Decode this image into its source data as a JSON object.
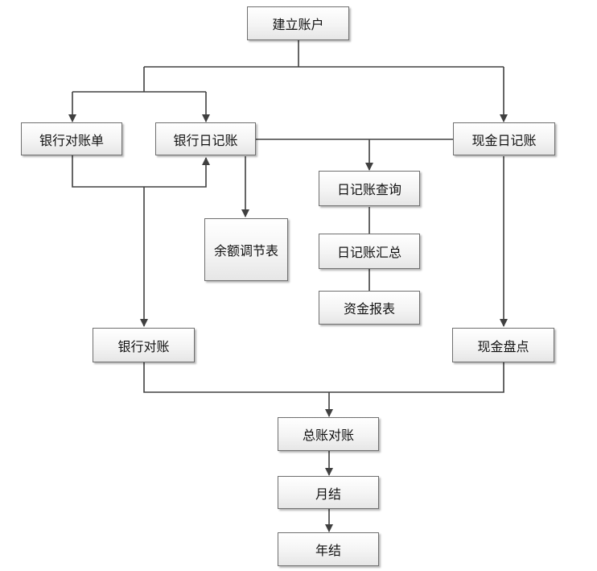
{
  "nodes": {
    "establish_account": "建立账户",
    "bank_statement": "银行对账单",
    "bank_journal": "银行日记账",
    "cash_journal": "现金日记账",
    "journal_query": "日记账查询",
    "balance_reconciliation": "余额调节表",
    "journal_summary": "日记账汇总",
    "fund_report": "资金报表",
    "bank_reconciliation": "银行对账",
    "cash_count": "现金盘点",
    "ledger_reconciliation": "总账对账",
    "month_end": "月结",
    "year_end": "年结"
  },
  "colors": {
    "line": "#404040",
    "border": "#6f6f6f"
  }
}
